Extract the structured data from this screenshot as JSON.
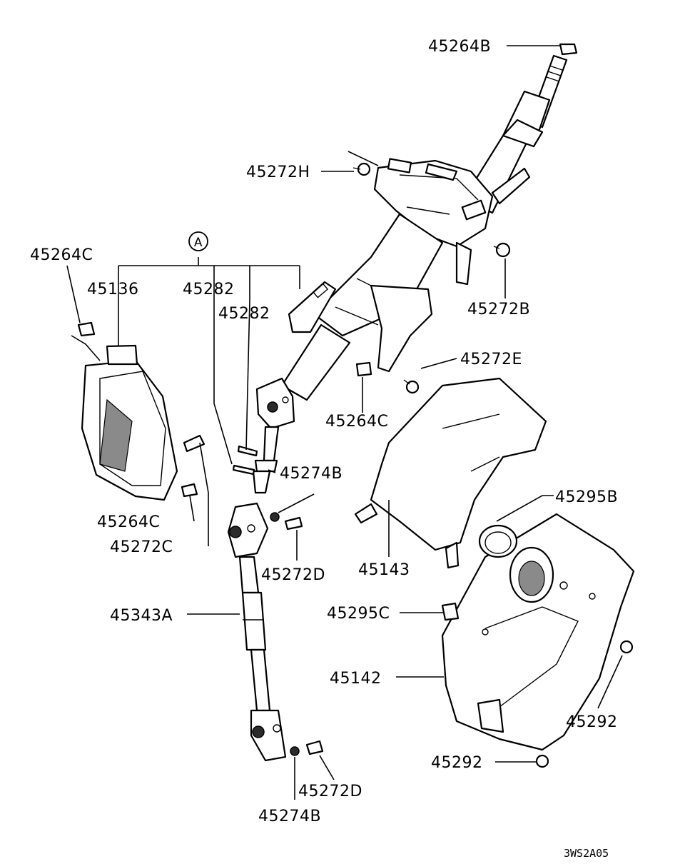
{
  "callout": {
    "symbol": "A"
  },
  "labels": {
    "p45264B": "45264B",
    "p45272H": "45272H",
    "p45264C_top": "45264C",
    "p45136": "45136",
    "p45282_a": "45282",
    "p45282_b": "45282",
    "p45272B": "45272B",
    "p45272E": "45272E",
    "p45264C_mid": "45264C",
    "p45274B_top": "45274B",
    "p45295B": "45295B",
    "p45264C_low": "45264C",
    "p45272C": "45272C",
    "p45143": "45143",
    "p45272D_top": "45272D",
    "p45295C": "45295C",
    "p45343A": "45343A",
    "p45142": "45142",
    "p45292_right": "45292",
    "p45292_bottom": "45292",
    "p45272D_bottom": "45272D",
    "p45274B_bottom": "45274B"
  },
  "diagram_code": "3WS2A05"
}
